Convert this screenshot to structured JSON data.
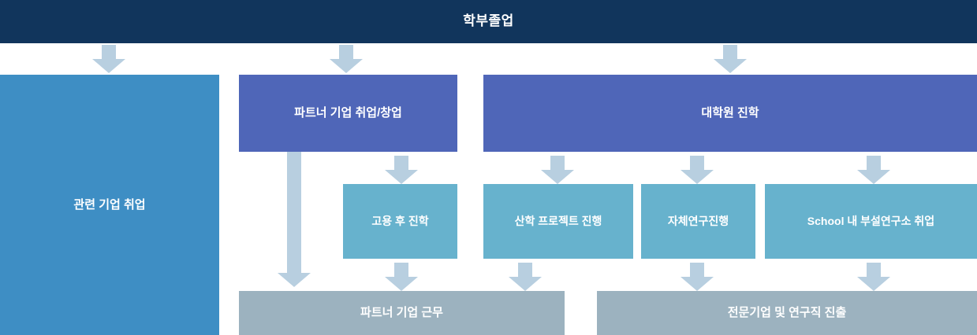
{
  "diagram": {
    "title": "학부졸업",
    "arrow_color": "#b8cfe0",
    "colors": {
      "header": "#11355c",
      "purple": "#4f66b8",
      "blue": "#3e8ec4",
      "teal": "#67b2cd",
      "gray": "#9cb2bf"
    },
    "nodes": {
      "graduation": "학부졸업",
      "related_company": "관련 기업 취업",
      "partner_employment": "파트너 기업 취업/창업",
      "grad_school": "대학원 진학",
      "employ_then_study": "고용 후 진학",
      "industry_project": "산학 프로젝트 진행",
      "own_research": "자체연구진행",
      "school_institute": "School 내 부설연구소 취업",
      "partner_work": "파트너 기업 근무",
      "professional_research": "전문기업 및 연구직 진출"
    }
  }
}
